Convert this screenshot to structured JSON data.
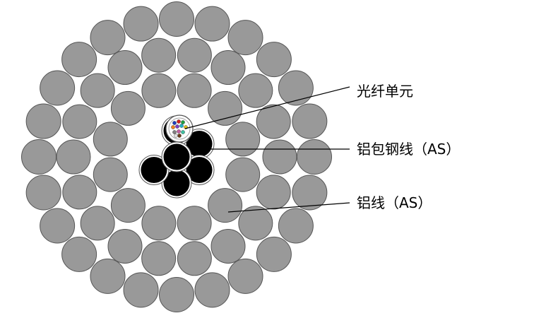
{
  "labels": {
    "fiber_unit": "光纤单元",
    "steel_wire": "铝包钢线（AS）",
    "al_wire": "铝线（AS）"
  },
  "colors": {
    "background": "#ffffff",
    "al_fill": "#999999",
    "steel_core": "#000000",
    "outline": "#555555",
    "leader_line": "#000000"
  },
  "fiber_core_colors": [
    "#1f3fbf",
    "#d02020",
    "#20a040",
    "#f08020",
    "#8040c0",
    "#20b0c0",
    "#e0c020",
    "#808080",
    "#c060a0",
    "#40c0a0",
    "#6a3d1a",
    "#e0e0e0"
  ]
}
